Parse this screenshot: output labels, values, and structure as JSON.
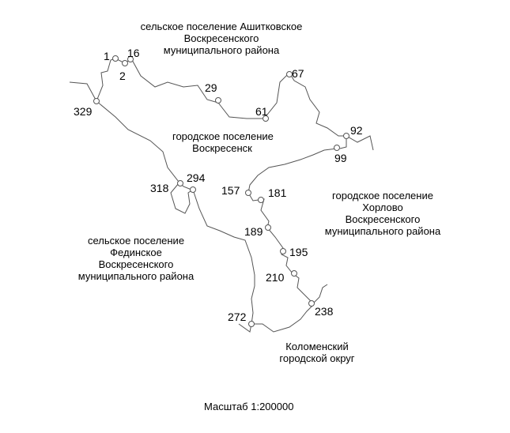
{
  "regions": [
    {
      "id": "ashitkovo",
      "lines": [
        "сельское поселение Ашитковское",
        "Воскресенского",
        "муниципального района"
      ]
    },
    {
      "id": "voskresensk",
      "lines": [
        "городское поселение",
        "Воскресенск"
      ]
    },
    {
      "id": "khorlovo",
      "lines": [
        "городское поселение",
        "Хорлово",
        "Воскресенского",
        "муниципального района"
      ]
    },
    {
      "id": "fedino",
      "lines": [
        "сельское поселение",
        "Фединское",
        "Воскресенского",
        "муниципального района"
      ]
    },
    {
      "id": "kolomna",
      "lines": [
        "Коломенский",
        "городской округ"
      ]
    }
  ],
  "points": [
    "1",
    "2",
    "16",
    "29",
    "61",
    "67",
    "92",
    "99",
    "157",
    "181",
    "189",
    "195",
    "210",
    "238",
    "272",
    "294",
    "318",
    "329"
  ],
  "scale": "Масштаб 1:200000"
}
